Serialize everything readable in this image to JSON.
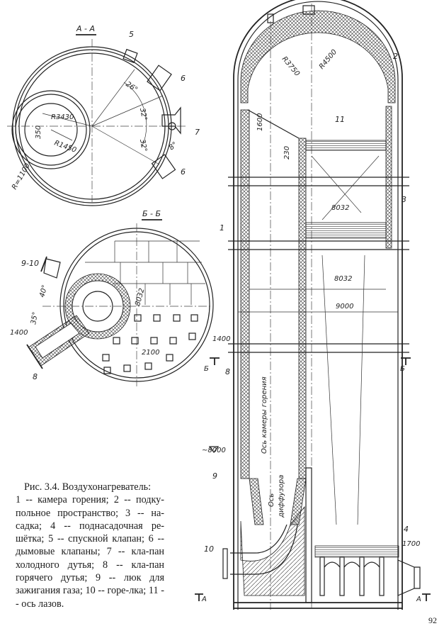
{
  "figure": {
    "caption_title": "Рис. 3.4. Воздухонагреватель:",
    "caption_body": "1 -- камера горения; 2 -- подку-польное пространство;  3 -- на-садка;  4  --  поднасадочная ре-шётка;  5  --  спускной  клапан; 6 -- дымовые клапаны; 7 -- кла-пан холодного дутья;   8 -- кла-пан  горячего  дутья;  9 -- люк для зажигания газа;  10 -- горе-лка; 11 -- ось лазов.",
    "page_number": "92"
  },
  "section_aa": {
    "title": "А - А",
    "labels": {
      "n5": "5",
      "n6a": "6",
      "n6b": "6",
      "n7": "7"
    },
    "dims": {
      "a26": "26°",
      "a32a": "32°",
      "a32b": "32°",
      "a8": "8°",
      "r3430": "R3430",
      "r1450": "R1450",
      "d350": "350",
      "r1100": "R=1100"
    }
  },
  "section_bb": {
    "title": "Б - Б",
    "labels": {
      "n910": "9-10",
      "n8": "8"
    },
    "dims": {
      "a40": "40°",
      "a35": "35°",
      "d1400": "1400",
      "d8032": "8032",
      "d2100": "2100"
    }
  },
  "elevation": {
    "labels": {
      "n1": "1",
      "n2": "2",
      "n3": "3",
      "n4": "4",
      "n8": "8",
      "n9": "9",
      "n10": "10",
      "n11": "11"
    },
    "dims": {
      "r3750": "R3750",
      "r4500": "R4500",
      "d1600": "1600",
      "d230": "230",
      "d8032a": "8032",
      "d8032b": "8032",
      "d9000": "9000",
      "d1400": "1400",
      "d8000": "~8000",
      "d1700": "1700"
    },
    "cut_marks": {
      "b_left": "Б",
      "b_right": "Б",
      "a_left": "А",
      "a_right": "А"
    },
    "axis_labels": {
      "combustion_axis": "Ось камеры горения",
      "diffuser_axis_1": "Ось",
      "diffuser_axis_2": "диффузора"
    }
  }
}
